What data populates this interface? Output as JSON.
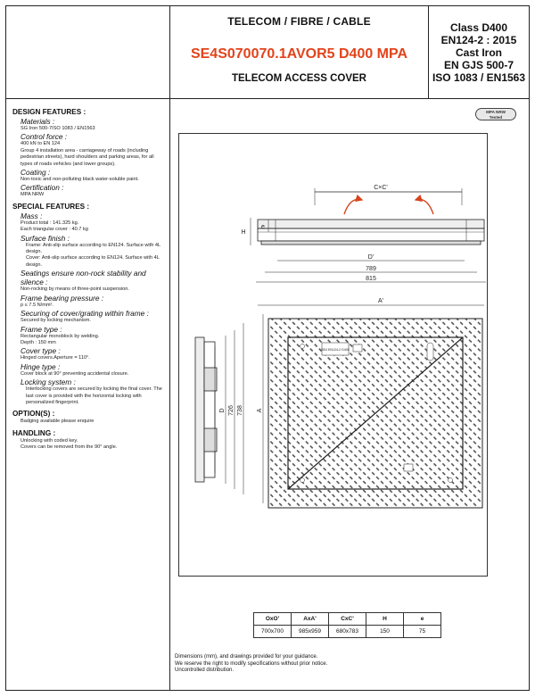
{
  "header": {
    "category": "TELECOM / FIBRE / CABLE",
    "reference": "SE4S070070.1AVOR5 D400 MPA",
    "product_title": "TELECOM ACCESS COVER",
    "specs": [
      "Class D400",
      "EN124-2 : 2015",
      "Cast Iron",
      "EN GJS 500-7",
      "ISO 1083 / EN1563"
    ]
  },
  "badge": {
    "line1": "MPA NRW",
    "line2": "Tested"
  },
  "design_features": {
    "heading": "DESIGN FEATURES :",
    "materials_label": "Materials :",
    "materials_text": "SG Iron 500-7ISO 1083 / EN1563",
    "control_force_label": "Control force :",
    "control_force_text_1": "400 kN to EN 124",
    "control_force_text_2": "Group 4 installation area - carriageway of roads (including pedestrian streets), hard shoulders and parking areas, for all types of roads vehicles (and lower groups).",
    "coating_label": "Coating :",
    "coating_text": "Non-toxic and non-polluting black water-soluble paint.",
    "certification_label": "Certification :",
    "certification_text": "MPA NRW"
  },
  "special_features": {
    "heading": "SPECIAL FEATURES :",
    "mass_label": "Mass :",
    "mass_text_1": "Product total : 141.325 kg.",
    "mass_text_2": "Each triangular cover : 40.7 kg",
    "surface_label": "Surface finish :",
    "surface_text_1": "Frame: Anti-slip surface according to EN124. Surface with 4L design.",
    "surface_text_2": "Cover: Anti-slip surface according to EN124. Surface with 4L design.",
    "seatings_label": "Seatings ensure non-rock stability and silence :",
    "seatings_text": "Non-rocking by means of three-point suspension.",
    "pressure_label": "Frame bearing pressure :",
    "pressure_text": "p ≤ 7.5 N/mm².",
    "securing_label": "Securing of cover/grating within frame :",
    "securing_text": "Secured by locking mechanism.",
    "frame_type_label": "Frame type :",
    "frame_type_text_1": "Rectangular monoblock by welding.",
    "frame_type_text_2": "Depth : 150 mm",
    "cover_type_label": "Cover type :",
    "cover_type_text": "Hinged covers.Aperture = 110°.",
    "hinge_label": "Hinge type :",
    "hinge_text": "Cover block at 90° preventing accidental closure.",
    "locking_label": "Locking system :",
    "locking_text": "Interlocking covers are secured by locking the final cover. The last cover is provided with the horizontal locking with personalized fingerprint."
  },
  "options": {
    "heading": "OPTION(S) :",
    "text": "Badging available please enquire"
  },
  "handling": {
    "heading": "HANDLING :",
    "text_1": "Unlocking with coded key.",
    "text_2": "Covers can be removed from the 90° angle."
  },
  "drawing": {
    "top_labels": {
      "cxc": "C×C'",
      "e": "e",
      "h": "H",
      "d": "D'",
      "w789": "789",
      "w815": "815"
    },
    "plan_labels": {
      "a_top": "A'",
      "d": "D",
      "w726": "726",
      "w738": "738",
      "a_side": "A"
    },
    "plate_text": "SE4 EN124-2 D400"
  },
  "dimensions_table": {
    "headers": [
      "OxO'",
      "AxA'",
      "CxC'",
      "H",
      "e"
    ],
    "values": [
      "700x700",
      "985x959",
      "680x783",
      "150",
      "75"
    ]
  },
  "notes": [
    "Dimensions (mm), and drawings provided for your guidance.",
    "We reserve the right to modify specifications without prior notice.",
    "Uncontrolled distribution."
  ]
}
